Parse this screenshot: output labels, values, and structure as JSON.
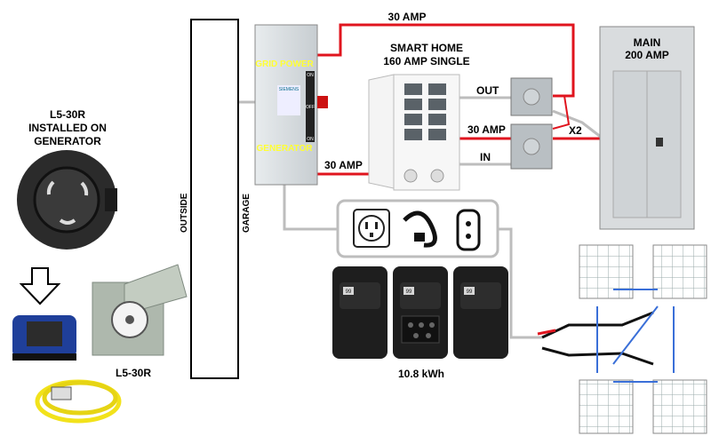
{
  "labels": {
    "l5_30r_title": [
      "L5-30R",
      "INSTALLED ON",
      "GENERATOR"
    ],
    "grid_power": "GRID POWER",
    "generator": "GENERATOR",
    "amp_30_top": "30 AMP",
    "amp_30_mid": "30 AMP",
    "amp_30_left": "30 AMP",
    "smart_home_line1": "SMART HOME",
    "smart_home_line2": "160 AMP SINGLE",
    "main_line1": "MAIN",
    "main_line2": "200 AMP",
    "out": "OUT",
    "in": "IN",
    "x2": "X2",
    "outside": "OUTSIDE",
    "garage": "GARAGE",
    "l5_30r_inlet": "L5-30R",
    "battery_capacity": "10.8 kWh",
    "switch_brand": "SIEMENS",
    "switch_on_top": "ON",
    "switch_off": "OFF",
    "switch_on_bottom": "ON",
    "battery_display": "99"
  },
  "colors": {
    "wire_red": "#e0141e",
    "wire_gray": "#bdbdbd",
    "wire_blue": "#3a6fd8",
    "switch_body": "#c9cfd3",
    "label_yellow": "#ffff33",
    "battery_body": "#1e1e1e"
  }
}
